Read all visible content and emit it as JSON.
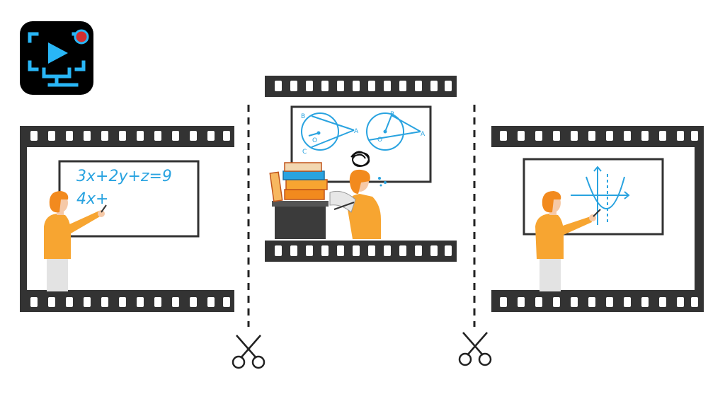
{
  "logo": {
    "icon": "screen-recorder-icon",
    "colors": {
      "background": "#000000",
      "accent": "#29b6f6",
      "record_dot": "#d32f2f"
    }
  },
  "frames": [
    {
      "id": "left",
      "board_lines": [
        "3x+2y+z=9",
        "4x+"
      ],
      "scene": "teacher-writing-equation"
    },
    {
      "id": "middle",
      "board_labels": [
        "B",
        "A",
        "C",
        "O",
        "B",
        "O",
        "A"
      ],
      "scene": "confused-student-with-books"
    },
    {
      "id": "right",
      "scene": "teacher-pointing-at-graph"
    }
  ],
  "cuts": [
    {
      "icon": "scissors-icon",
      "line": "dashed-cut-line"
    },
    {
      "icon": "scissors-icon",
      "line": "dashed-cut-line"
    }
  ],
  "colors": {
    "film": "#333333",
    "board_ink": "#29a3e0",
    "skin": "#f6c9a7",
    "hair": "#f28a1e",
    "shirt": "#f7a531",
    "pants": "#e3e3e3"
  }
}
